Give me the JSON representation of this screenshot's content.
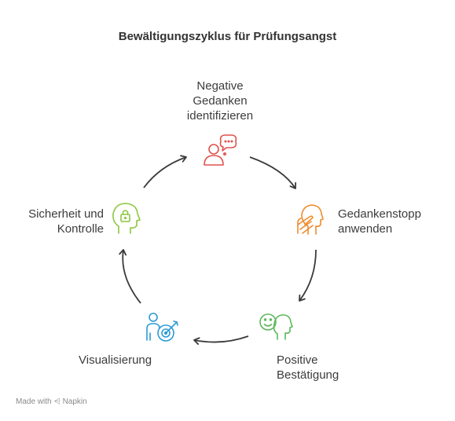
{
  "title": "Bewältigungszyklus für Prüfungsangst",
  "steps": [
    {
      "lines": [
        "Negative",
        "Gedanken",
        "identifizieren"
      ],
      "icon": "thinking-person-icon",
      "color": "#e0524c"
    },
    {
      "lines": [
        "Gedankenstopp",
        "anwenden"
      ],
      "icon": "stop-hand-icon",
      "color": "#ef8b2c"
    },
    {
      "lines": [
        "Positive",
        "Bestätigung"
      ],
      "icon": "smiling-head-icon",
      "color": "#5cb85c"
    },
    {
      "lines": [
        "Visualisierung"
      ],
      "icon": "target-person-icon",
      "color": "#2d9bd6"
    },
    {
      "lines": [
        "Sicherheit und",
        "Kontrolle"
      ],
      "icon": "lock-head-icon",
      "color": "#8cc63f"
    }
  ],
  "footer": {
    "made_with": "Made with",
    "brand": "Napkin"
  }
}
